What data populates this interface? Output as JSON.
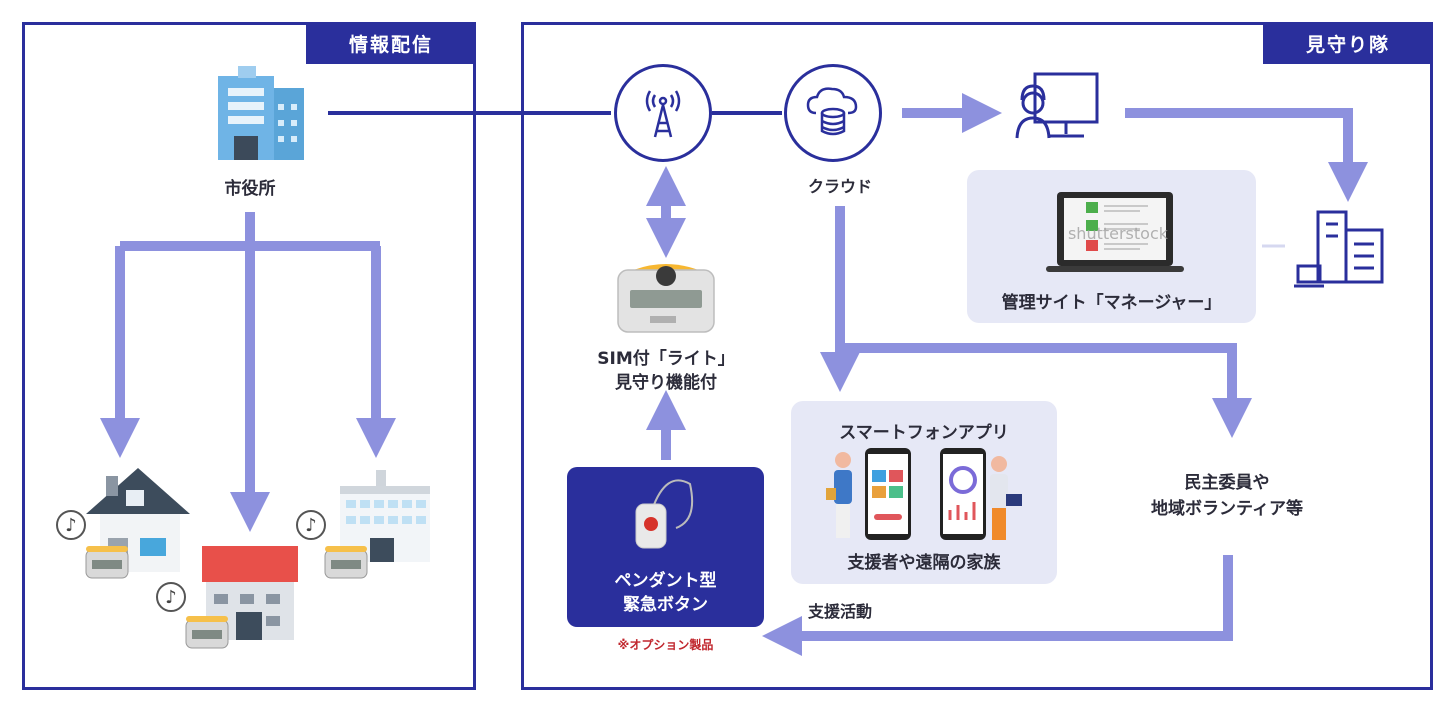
{
  "left_panel": {
    "tab_label": "情報配信",
    "city_hall_label": "市役所"
  },
  "right_panel": {
    "tab_label": "見守り隊",
    "cloud_label": "クラウド",
    "device_label_line1": "SIM付「ライト」",
    "device_label_line2": "見守り機能付",
    "manager_label": "管理サイト「マネージャー」",
    "manager_watermark": "shutterstock",
    "smartphone_title": "スマートフォンアプリ",
    "smartphone_caption": "支援者や遠隔の家族",
    "pendant_line1": "ペンダント型",
    "pendant_line2": "緊急ボタン",
    "option_note": "※オプション製品",
    "volunteer_line1": "民主委員や",
    "volunteer_line2": "地域ボランティア等",
    "support_label": "支援活動"
  },
  "icons": [
    "building-icon",
    "antenna-icon",
    "cloud-database-icon",
    "operator-monitor-icon",
    "office-building-icon",
    "laptop-checklist-icon",
    "radio-device-icon",
    "pendant-icon",
    "house-icon",
    "music-note-icon"
  ],
  "colors": {
    "accent": "#2a2f9c",
    "arrow": "#8d91de",
    "card": "#e6e8f6",
    "note": "#c0262d"
  }
}
